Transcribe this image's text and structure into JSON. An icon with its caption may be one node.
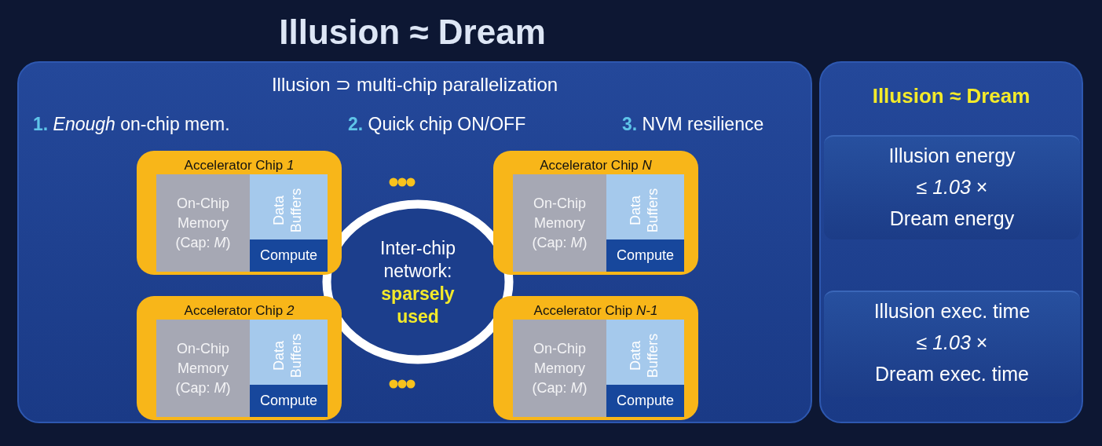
{
  "diagram": {
    "title": "Illusion ≈ Dream",
    "nodes": [
      {
        "text": [
          "Illusion ⊃ multi-chip parallelization"
        ]
      },
      {
        "text": [
          "Accelerator Chip *1*"
        ],
        "in": 0
      },
      {
        "text": [
          "On-Chip Memory (Cap: *M*)"
        ],
        "in": 1
      },
      {
        "text": [
          "Data Buffers"
        ],
        "in": 1
      },
      {
        "text": [
          "Compute"
        ],
        "in": 1
      },
      {
        "text": [
          "Accelerator Chip *N*"
        ],
        "in": 0
      },
      {
        "text": [
          "On-Chip Memory (Cap: *M*)"
        ],
        "in": 5
      },
      {
        "text": [
          "Data Buffers"
        ],
        "in": 5
      },
      {
        "text": [
          "Compute"
        ],
        "in": 5
      },
      {
        "text": [
          "Inter-chip network: **sparsely used**"
        ],
        "in": 0
      },
      {
        "text": [
          "Accelerator Chip *2*"
        ],
        "in": 0
      },
      {
        "text": [
          "On-Chip Memory (Cap: *M*)"
        ],
        "in": 10
      },
      {
        "text": [
          "Data Buffers"
        ],
        "in": 10
      },
      {
        "text": [
          "Compute"
        ],
        "in": 10
      },
      {
        "text": [
          "Accelerator Chip *N-1*"
        ],
        "in": 0
      },
      {
        "text": [
          "On-Chip Memory (Cap: *M*)"
        ],
        "in": 14
      },
      {
        "text": [
          "Data Buffers"
        ],
        "in": 14
      },
      {
        "text": [
          "Compute"
        ],
        "in": 14
      },
      {
        "text": [
          "Illusion ≈ Dream"
        ]
      },
      {
        "text": [
          "Illusion energy",
          "≤ *1.03* ×",
          "Dream energy"
        ],
        "in": 18
      },
      {
        "text": [
          "Illusion exec. time",
          "≤ *1.03* ×",
          "Dream exec. time"
        ],
        "in": 18
      }
    ],
    "labels": [
      "**1.** *Enough* on-chip mem.",
      "**2.** Quick chip ON/OFF",
      "**3.** NVM resilience"
    ]
  }
}
